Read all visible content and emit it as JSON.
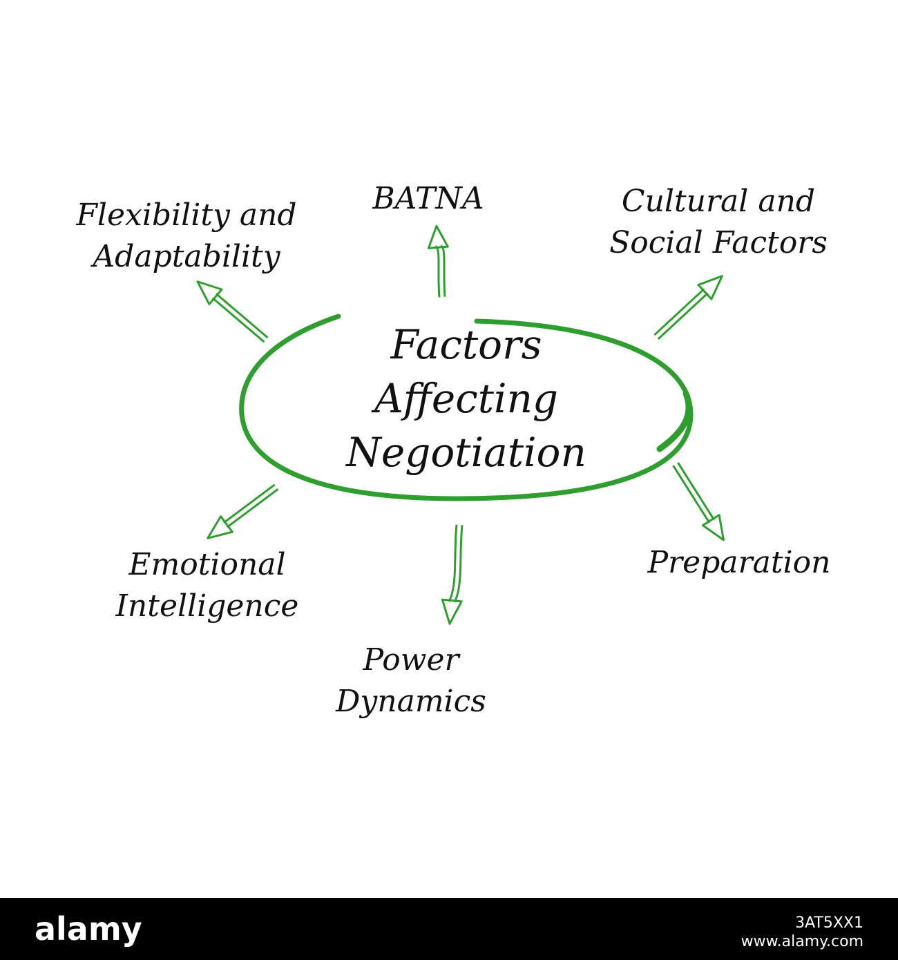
{
  "diagram": {
    "center": {
      "line1": "Factors",
      "line2": "Affecting",
      "line3": "Negotiation"
    },
    "factors": {
      "flexibility": {
        "line1": "Flexibility and",
        "line2": "Adaptability"
      },
      "batna": {
        "line1": "BATNA"
      },
      "cultural": {
        "line1": "Cultural and",
        "line2": "Social Factors"
      },
      "emotional": {
        "line1": "Emotional",
        "line2": "Intelligence"
      },
      "power": {
        "line1": "Power",
        "line2": "Dynamics"
      },
      "preparation": {
        "line1": "Preparation"
      }
    },
    "colors": {
      "accent": "#2e9e2e",
      "text": "#111111",
      "background": "#ffffff"
    }
  },
  "watermark": {
    "logo": "alamy",
    "image_id": "3AT5XX1",
    "url": "www.alamy.com"
  }
}
